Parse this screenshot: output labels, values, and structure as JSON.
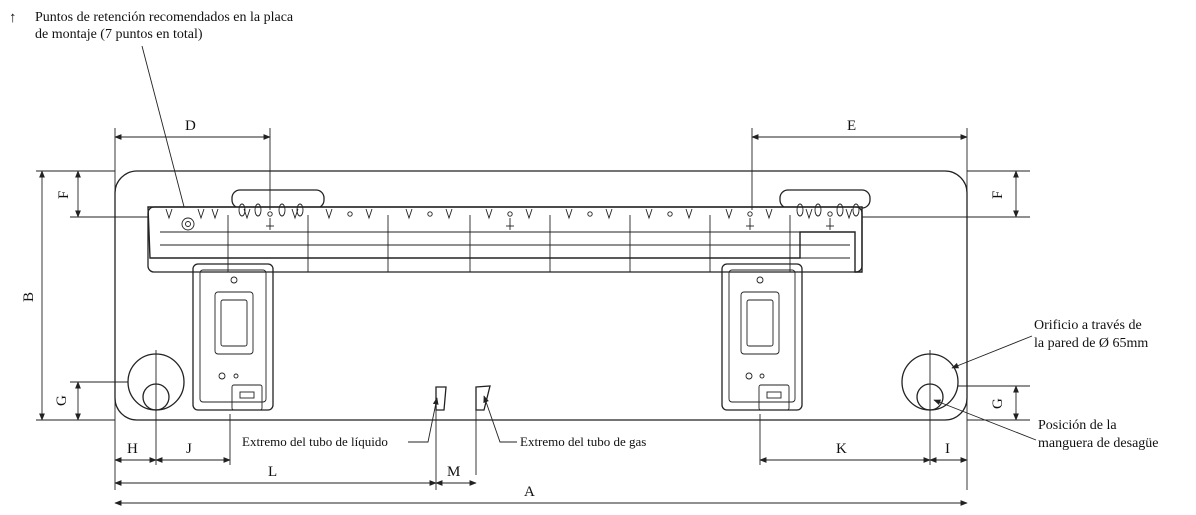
{
  "header_note": {
    "arrow": "↑",
    "line1": "Puntos de retención recomendados en la placa",
    "line2": "de montaje (7 puntos en total)"
  },
  "dimensions": {
    "A": "A",
    "B": "B",
    "D": "D",
    "E": "E",
    "F": "F",
    "G": "G",
    "H": "H",
    "I": "I",
    "J": "J",
    "K": "K",
    "L": "L",
    "M": "M"
  },
  "callouts": {
    "liquid_pipe": "Extremo del tubo de líquido",
    "gas_pipe": "Extremo del tubo de gas",
    "wall_hole_line1": "Orificio a través de",
    "wall_hole_line2": "la pared de Ø 65mm",
    "drain_line1": "Posición de la",
    "drain_line2": "manguera de desagüe"
  }
}
